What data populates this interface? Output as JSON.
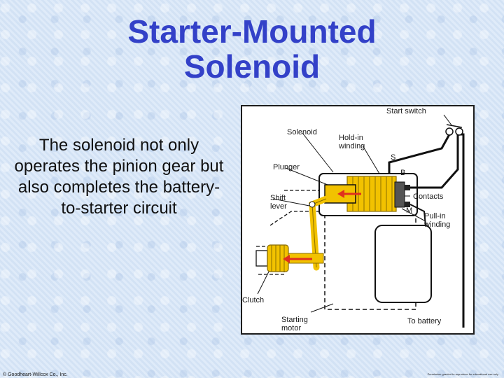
{
  "slide": {
    "title": "Starter-Mounted Solenoid",
    "body": "The solenoid not only operates the pinion gear but also completes the battery-to-starter circuit",
    "copyright": "© Goodheart-Willcox Co., Inc.",
    "permission": "Permission granted to reproduce for educational use only"
  },
  "figure": {
    "labels": {
      "start_switch": "Start switch",
      "solenoid": "Solenoid",
      "hold_in_winding_1": "Hold-in",
      "hold_in_winding_2": "winding",
      "terminal_s": "S",
      "plunger": "Plunger",
      "terminal_b": "B",
      "contacts": "Contacts",
      "shift_lever_1": "Shift",
      "shift_lever_2": "lever",
      "terminal_m": "M",
      "pull_in_winding_1": "Pull-in",
      "pull_in_winding_2": "winding",
      "clutch": "Clutch",
      "starting_motor_1": "Starting",
      "starting_motor_2": "motor",
      "to_battery": "To battery"
    },
    "colors": {
      "solenoid_yellow": "#f2c200",
      "arrow_red": "#e0301e",
      "wire": "#111111"
    }
  }
}
